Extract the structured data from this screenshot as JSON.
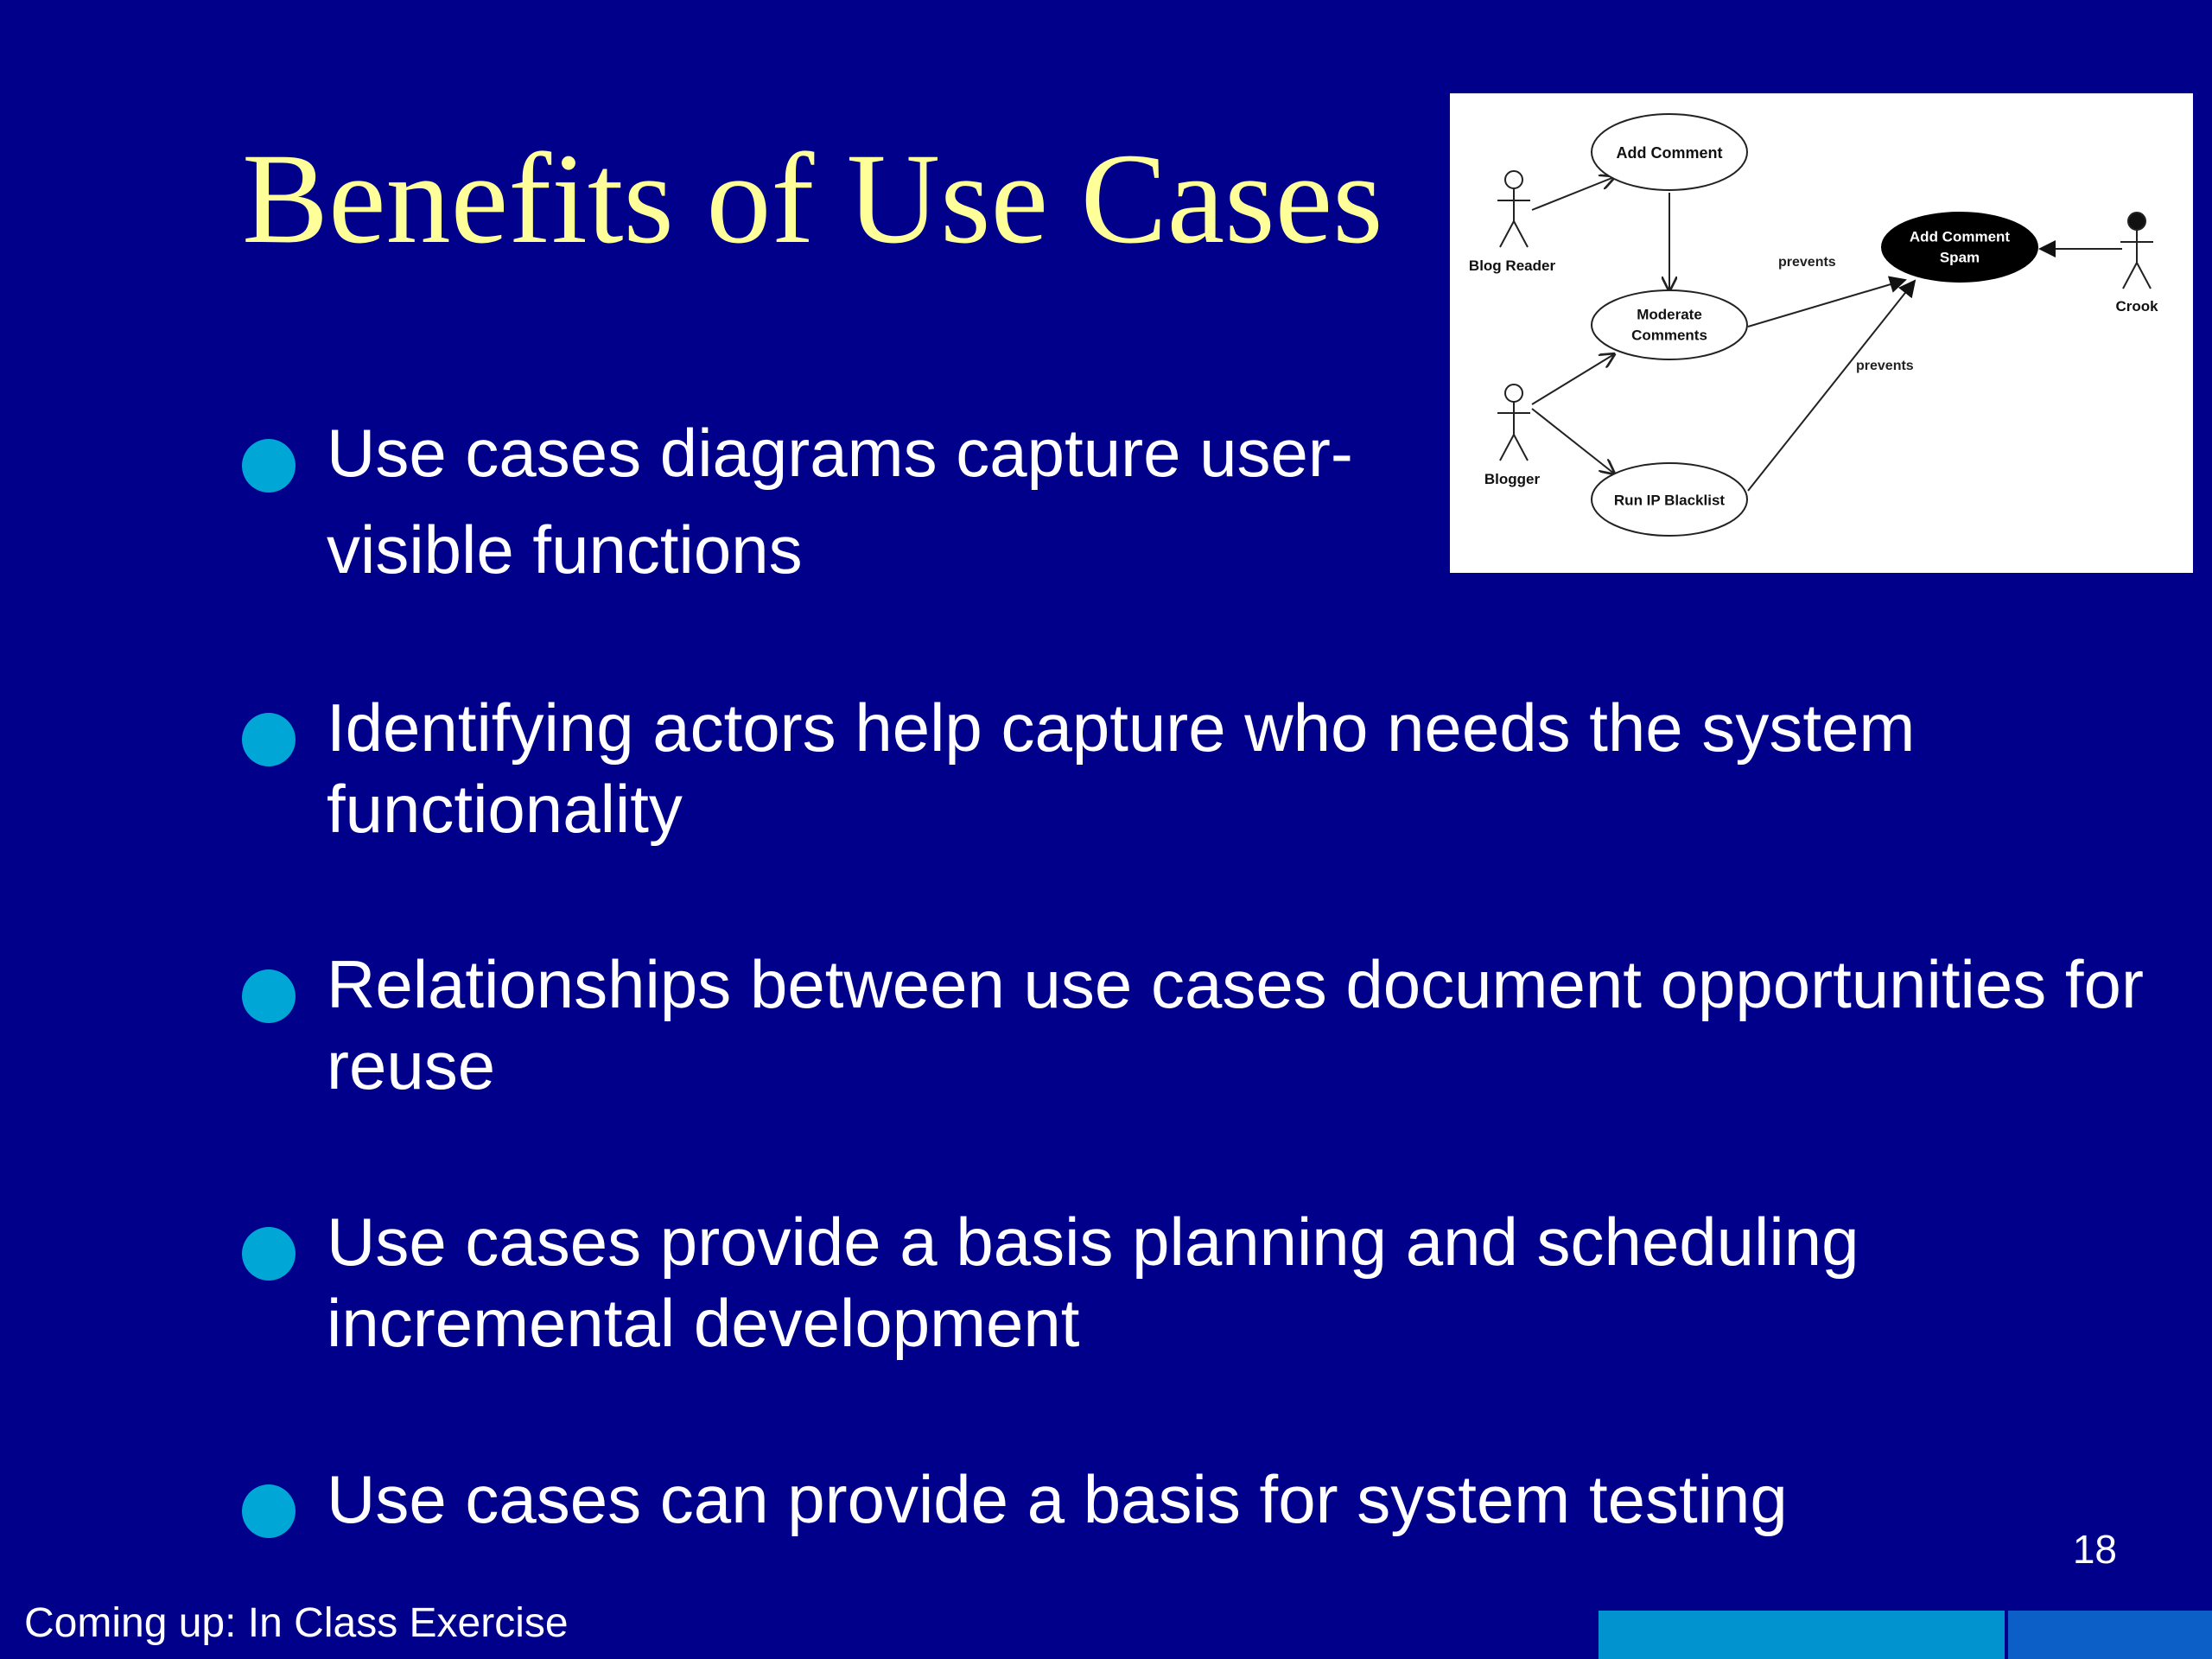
{
  "slide": {
    "title": "Benefits of Use Cases",
    "bullets": [
      {
        "line1": "Use cases diagrams capture user-",
        "line2": "visible functions"
      },
      {
        "text": "Identifying actors help capture who needs the system functionality"
      },
      {
        "text": "Relationships between use cases document opportunities for reuse"
      },
      {
        "text": "Use cases provide a basis planning and scheduling incremental development"
      },
      {
        "text": "Use cases can provide a basis for system testing"
      }
    ],
    "page_number": "18",
    "footer_note": "Coming up: In Class Exercise"
  },
  "diagram": {
    "actors": {
      "blog_reader": "Blog Reader",
      "blogger": "Blogger",
      "crook": "Crook"
    },
    "use_cases": {
      "add_comment": "Add Comment",
      "moderate_line1": "Moderate",
      "moderate_line2": "Comments",
      "run_ip": "Run IP Blacklist",
      "spam_line1": "Add Comment",
      "spam_line2": "Spam"
    },
    "relations": {
      "prevents_1": "prevents",
      "prevents_2": "prevents"
    }
  },
  "colors": {
    "background": "#00008b",
    "title": "#ffff99",
    "bullet_text": "#ffffff",
    "bullet_dot": "#00a6d6",
    "footer_bar_a": "#0093d0",
    "footer_bar_b": "#0b5fc7"
  }
}
